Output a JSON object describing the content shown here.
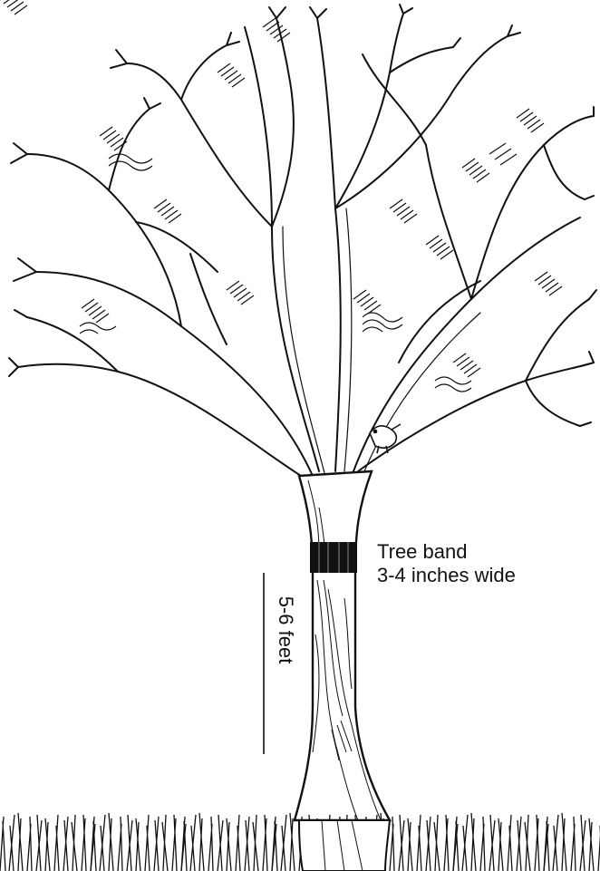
{
  "band": {
    "line1": "Tree band",
    "line2": "3-4 inches wide"
  },
  "height": {
    "label": "5-6 feet"
  },
  "colors": {
    "ink": "#111111",
    "paper": "#ffffff"
  }
}
